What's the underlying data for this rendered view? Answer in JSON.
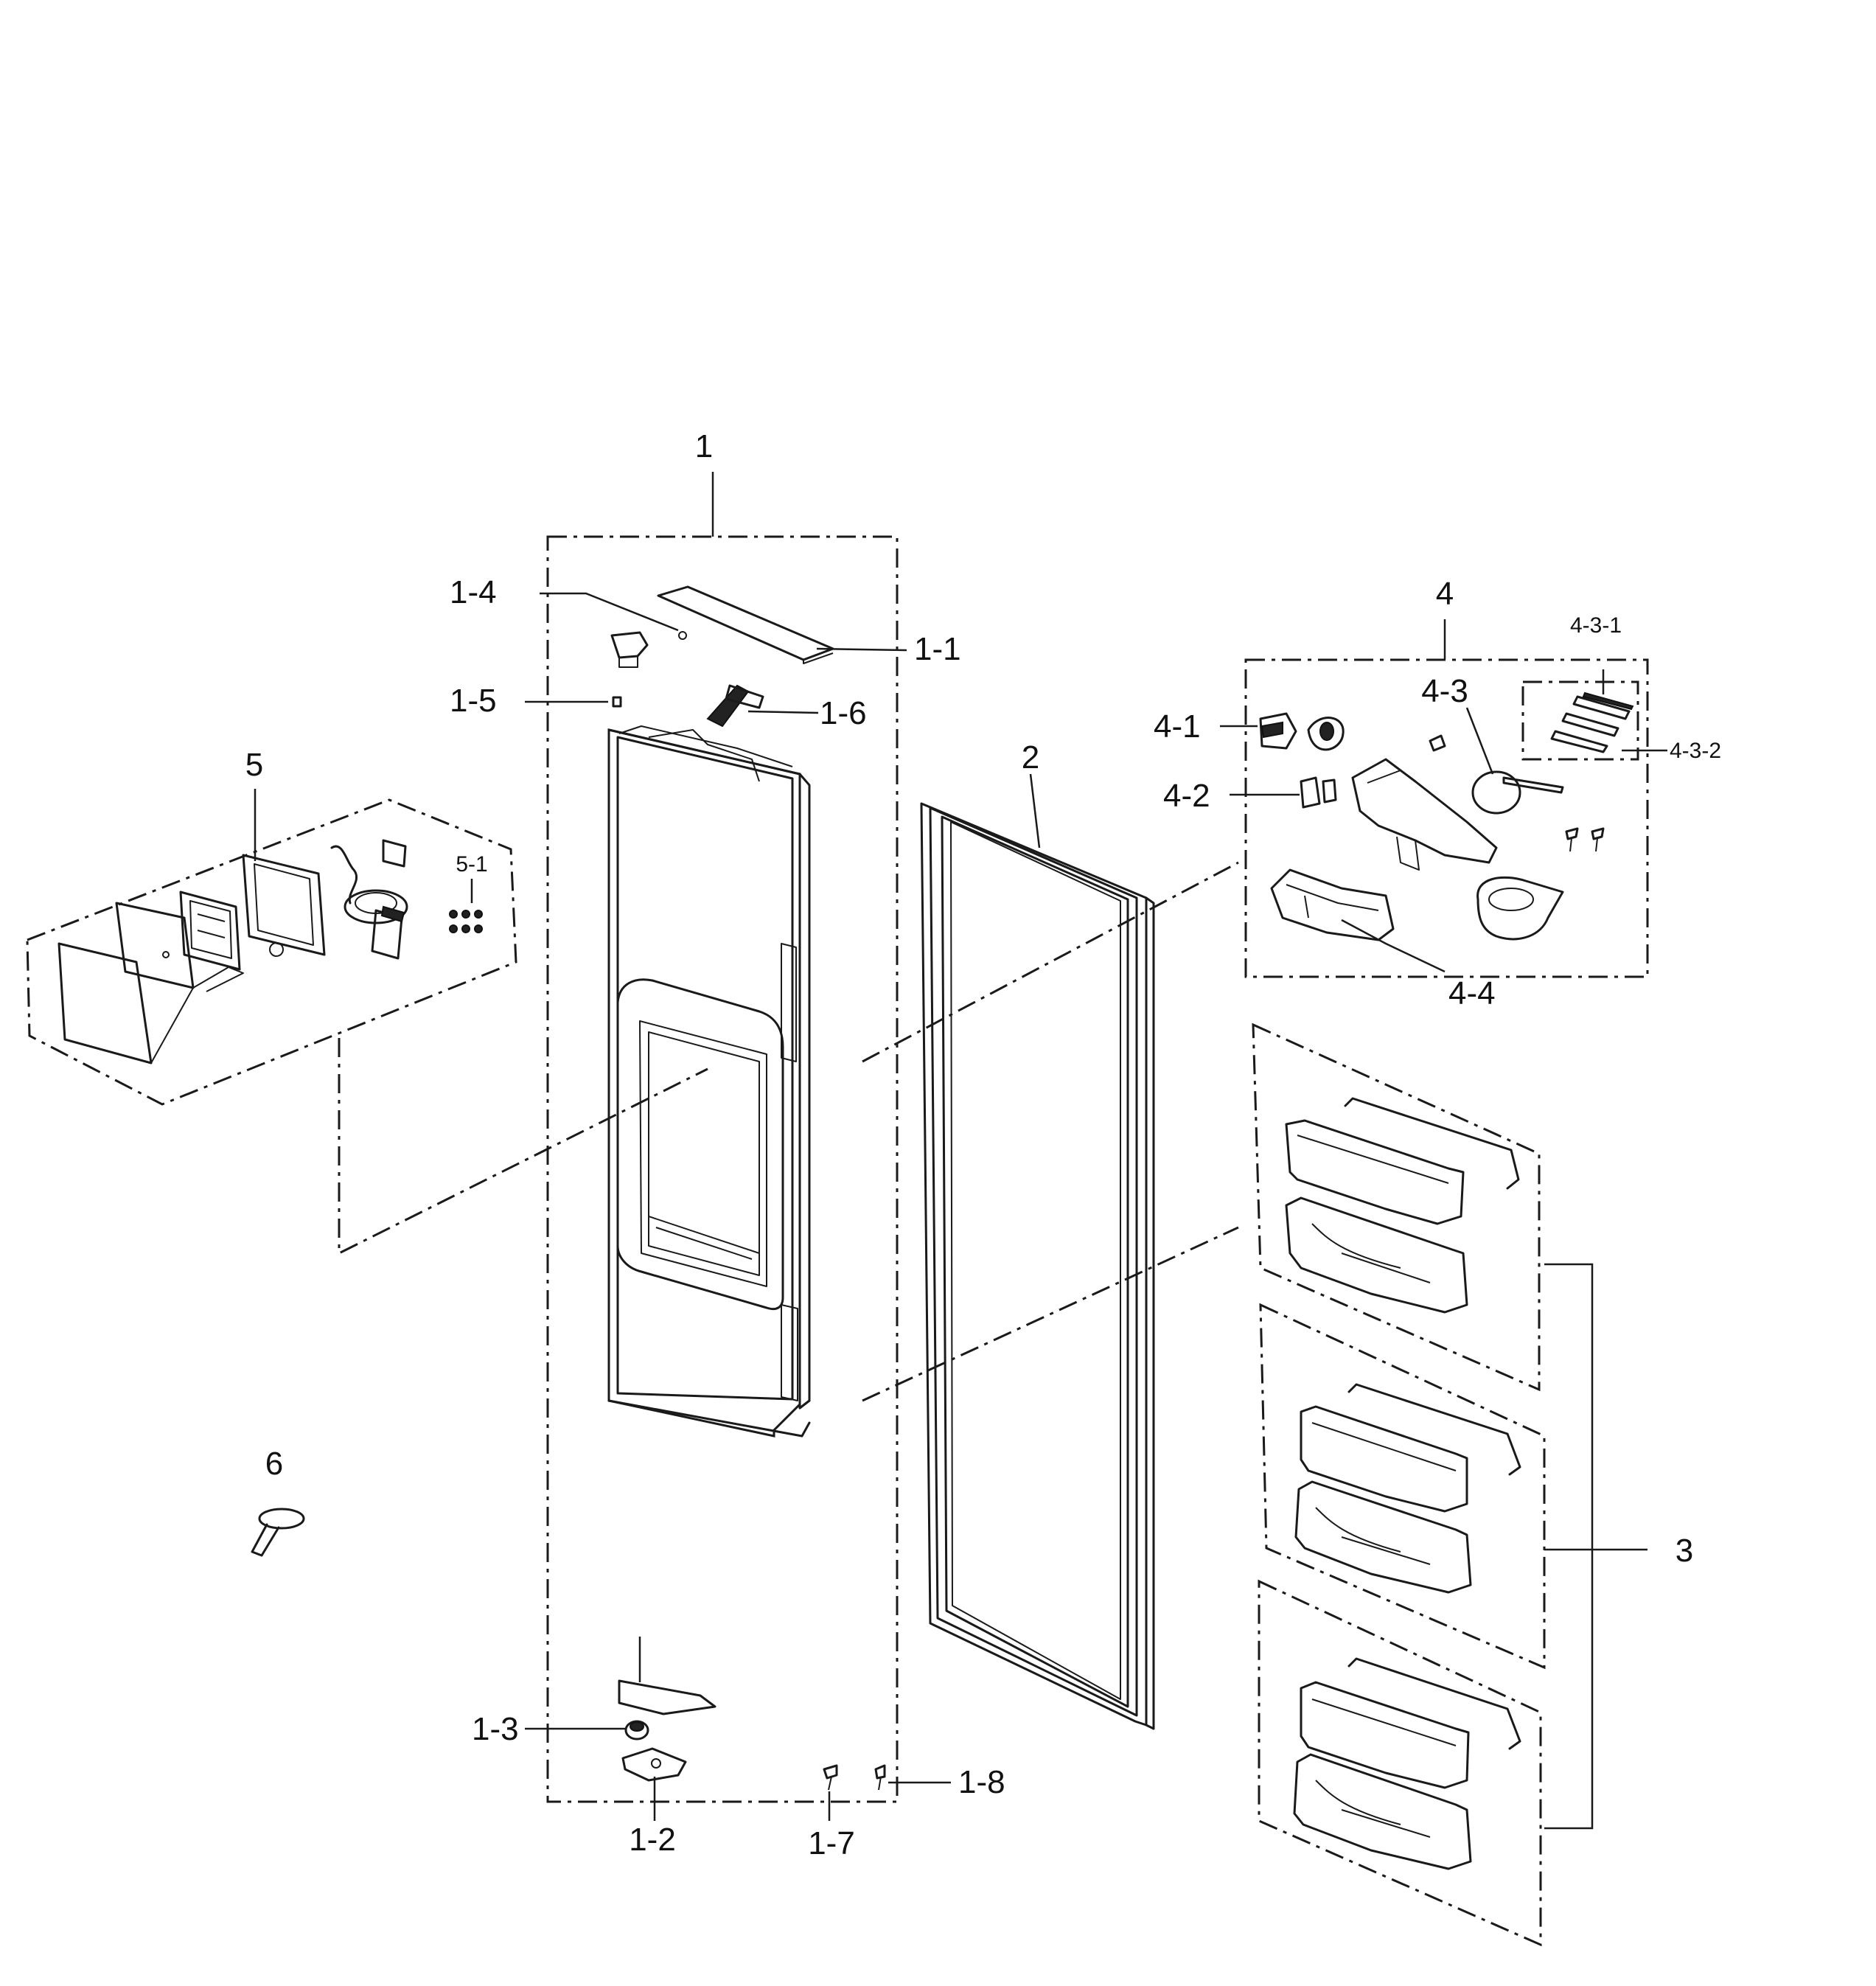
{
  "labels": {
    "l1": "1",
    "l1_1": "1-1",
    "l1_2": "1-2",
    "l1_3": "1-3",
    "l1_4": "1-4",
    "l1_5": "1-5",
    "l1_6": "1-6",
    "l1_7": "1-7",
    "l1_8": "1-8",
    "l2": "2",
    "l3": "3",
    "l4": "4",
    "l4_1": "4-1",
    "l4_2": "4-2",
    "l4_3": "4-3",
    "l4_3_1": "4-3-1",
    "l4_3_2": "4-3-2",
    "l4_4": "4-4",
    "l5": "5",
    "l5_1": "5-1",
    "l6": "6"
  }
}
